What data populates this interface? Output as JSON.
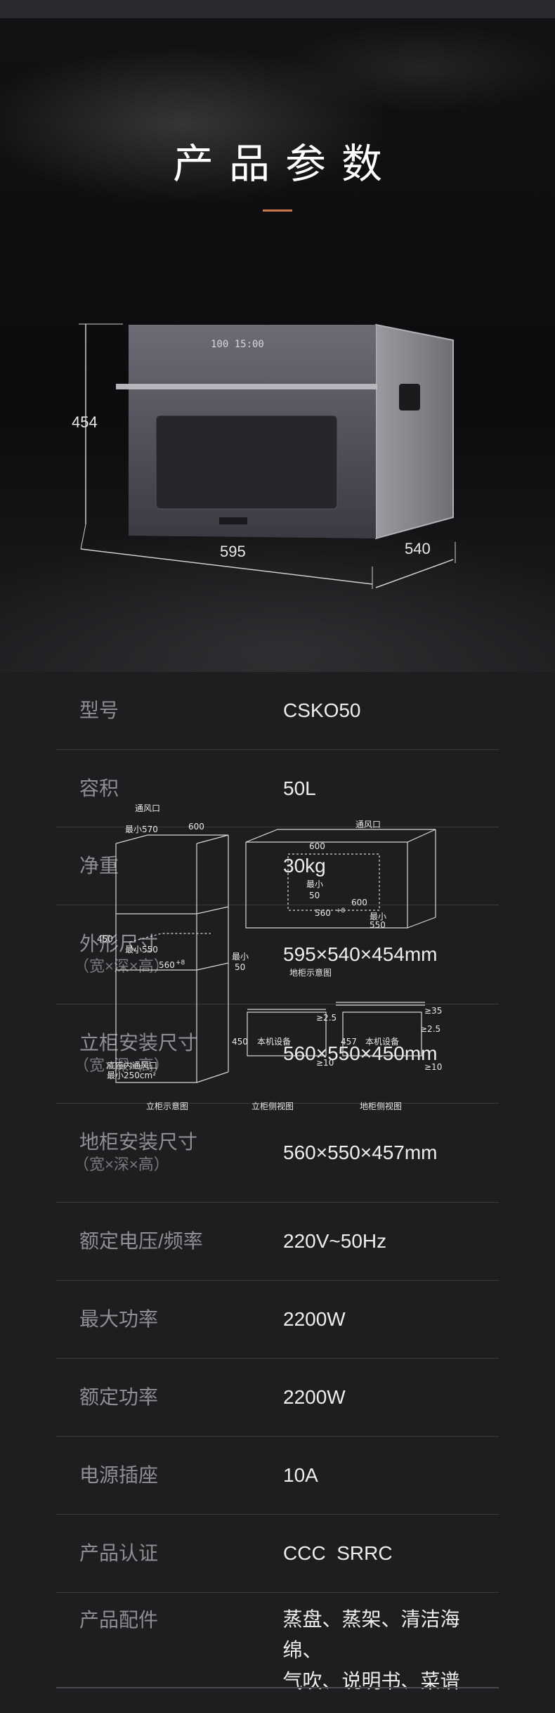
{
  "hero": {
    "title": "产品参数",
    "accent_color": "#c9784a",
    "dim_height": "454",
    "dim_width": "595",
    "dim_depth": "540"
  },
  "specs": [
    {
      "label": "型号",
      "value": "CSKO50"
    },
    {
      "label": "容积",
      "value": "50L"
    },
    {
      "label": "净重",
      "value": "30kg"
    },
    {
      "label": "外形尺寸",
      "sub": "（宽×深×高）",
      "value": "595×540×454mm"
    },
    {
      "label": "立柜安装尺寸",
      "sub": "（宽×深×高）",
      "value": "560×550×450mm"
    },
    {
      "label": "地柜安装尺寸",
      "sub": "（宽×深×高）",
      "value": "560×550×457mm"
    },
    {
      "label": "额定电压/频率",
      "value": "220V~50Hz"
    },
    {
      "label": "最大功率",
      "value": "2200W"
    },
    {
      "label": "额定功率",
      "value": "2200W"
    },
    {
      "label": "电源插座",
      "value": "10A"
    },
    {
      "label": "产品认证",
      "value": "CCC  SRRC"
    },
    {
      "label": "产品配件",
      "value": "蒸盘、蒸架、清洁海绵、",
      "value2": "气吹、说明书、菜谱"
    }
  ],
  "diagram": {
    "vent": "通风口",
    "min570": "最小570",
    "d600": "600",
    "min50": "最小",
    "fifty": "50",
    "min550": "最小550",
    "d560": "560",
    "plus8": "+8",
    "d450": "450",
    "bottom_vent": "底座内通风口",
    "bottom_area": "最小250cm²",
    "standing_view": "立柜示意图",
    "standing_side": "立柜侧视图",
    "floor_view": "地柜示意图",
    "floor_side": "地柜侧视图",
    "ge25": "≥2.5",
    "ge10": "≥10",
    "ge35": "≥35",
    "d457": "457",
    "machine": "本机设备",
    "min550b": "最小",
    "d550": "550"
  }
}
